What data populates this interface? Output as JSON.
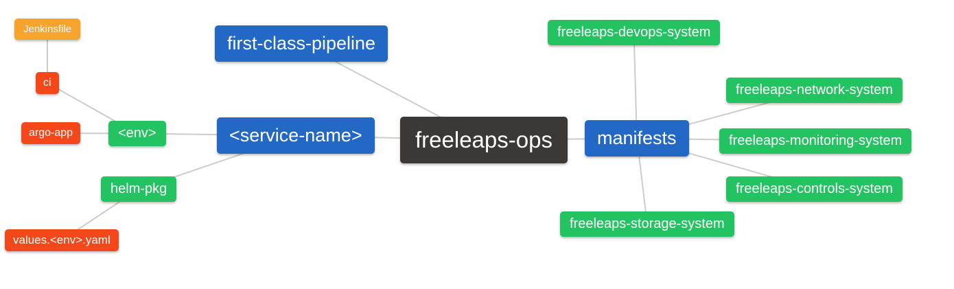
{
  "diagram": {
    "type": "mindmap",
    "root_label": "freeleaps-ops",
    "palette": {
      "background": "#ffffff",
      "root": "#3c3835",
      "blue": "#2368c4",
      "green": "#23c361",
      "red": "#f4481a",
      "orange": "#f8a42c",
      "edge": "#cccccc",
      "text": "#ffffff"
    },
    "nodes": [
      {
        "id": "jenkinsfile",
        "label": "Jenkinsfile",
        "color": "orange"
      },
      {
        "id": "ci",
        "label": "ci",
        "color": "red"
      },
      {
        "id": "argo-app",
        "label": "argo-app",
        "color": "red"
      },
      {
        "id": "env",
        "label": "<env>",
        "color": "green"
      },
      {
        "id": "helm-pkg",
        "label": "helm-pkg",
        "color": "green"
      },
      {
        "id": "values-env-yaml",
        "label": "values.<env>.yaml",
        "color": "red"
      },
      {
        "id": "first-class-pipeline",
        "label": "first-class-pipeline",
        "color": "blue"
      },
      {
        "id": "service-name",
        "label": "<service-name>",
        "color": "blue"
      },
      {
        "id": "freeleaps-ops",
        "label": "freeleaps-ops",
        "color": "root"
      },
      {
        "id": "manifests",
        "label": "manifests",
        "color": "blue"
      },
      {
        "id": "freeleaps-devops-system",
        "label": "freeleaps-devops-system",
        "color": "green"
      },
      {
        "id": "freeleaps-network-system",
        "label": "freeleaps-network-system",
        "color": "green"
      },
      {
        "id": "freeleaps-monitoring-system",
        "label": "freeleaps-monitoring-system",
        "color": "green"
      },
      {
        "id": "freeleaps-controls-system",
        "label": "freeleaps-controls-system",
        "color": "green"
      },
      {
        "id": "freeleaps-storage-system",
        "label": "freeleaps-storage-system",
        "color": "green"
      }
    ],
    "edges": [
      {
        "from": "jenkinsfile",
        "to": "ci"
      },
      {
        "from": "ci",
        "to": "env"
      },
      {
        "from": "argo-app",
        "to": "env"
      },
      {
        "from": "env",
        "to": "service-name"
      },
      {
        "from": "helm-pkg",
        "to": "service-name"
      },
      {
        "from": "values-env-yaml",
        "to": "helm-pkg"
      },
      {
        "from": "first-class-pipeline",
        "to": "freeleaps-ops"
      },
      {
        "from": "service-name",
        "to": "freeleaps-ops"
      },
      {
        "from": "freeleaps-ops",
        "to": "manifests"
      },
      {
        "from": "manifests",
        "to": "freeleaps-devops-system"
      },
      {
        "from": "manifests",
        "to": "freeleaps-network-system"
      },
      {
        "from": "manifests",
        "to": "freeleaps-monitoring-system"
      },
      {
        "from": "manifests",
        "to": "freeleaps-controls-system"
      },
      {
        "from": "manifests",
        "to": "freeleaps-storage-system"
      }
    ]
  }
}
